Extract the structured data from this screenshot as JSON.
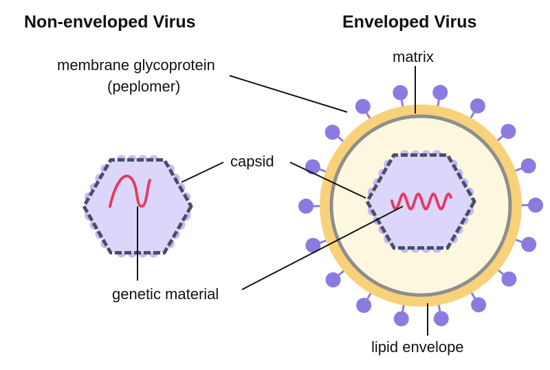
{
  "titles": {
    "non_enveloped": "Non-enveloped Virus",
    "enveloped": "Enveloped Virus"
  },
  "labels": {
    "glycoprotein_line1": "membrane glycoprotein",
    "glycoprotein_line2": "(peplomer)",
    "matrix": "matrix",
    "capsid": "capsid",
    "genetic_material": "genetic material",
    "lipid_envelope": "lipid envelope"
  },
  "colors": {
    "capsid_fill": "#dcd6fb",
    "capsid_edge": "#4a4e6a",
    "capsomere": "#b9b0f2",
    "rna": "#e63a64",
    "envelope": "#f8d27a",
    "matrix": "#8e8e8e",
    "interior": "#fdf7df",
    "peplomer": "#8b7be0"
  }
}
